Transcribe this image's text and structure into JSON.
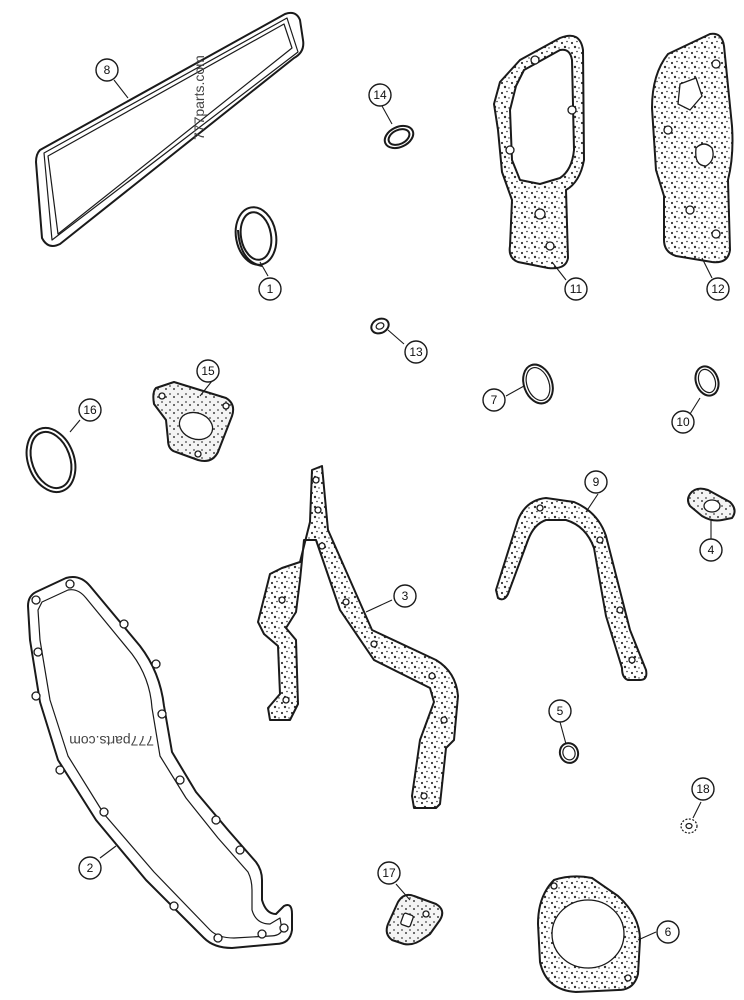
{
  "diagram": {
    "watermarks": [
      "777parts.com",
      "777parts.com"
    ],
    "parts": [
      {
        "ref": "1"
      },
      {
        "ref": "2"
      },
      {
        "ref": "3"
      },
      {
        "ref": "4"
      },
      {
        "ref": "5"
      },
      {
        "ref": "6"
      },
      {
        "ref": "7"
      },
      {
        "ref": "8"
      },
      {
        "ref": "9"
      },
      {
        "ref": "10"
      },
      {
        "ref": "11"
      },
      {
        "ref": "12"
      },
      {
        "ref": "13"
      },
      {
        "ref": "14"
      },
      {
        "ref": "15"
      },
      {
        "ref": "16"
      },
      {
        "ref": "17"
      },
      {
        "ref": "18"
      }
    ]
  }
}
